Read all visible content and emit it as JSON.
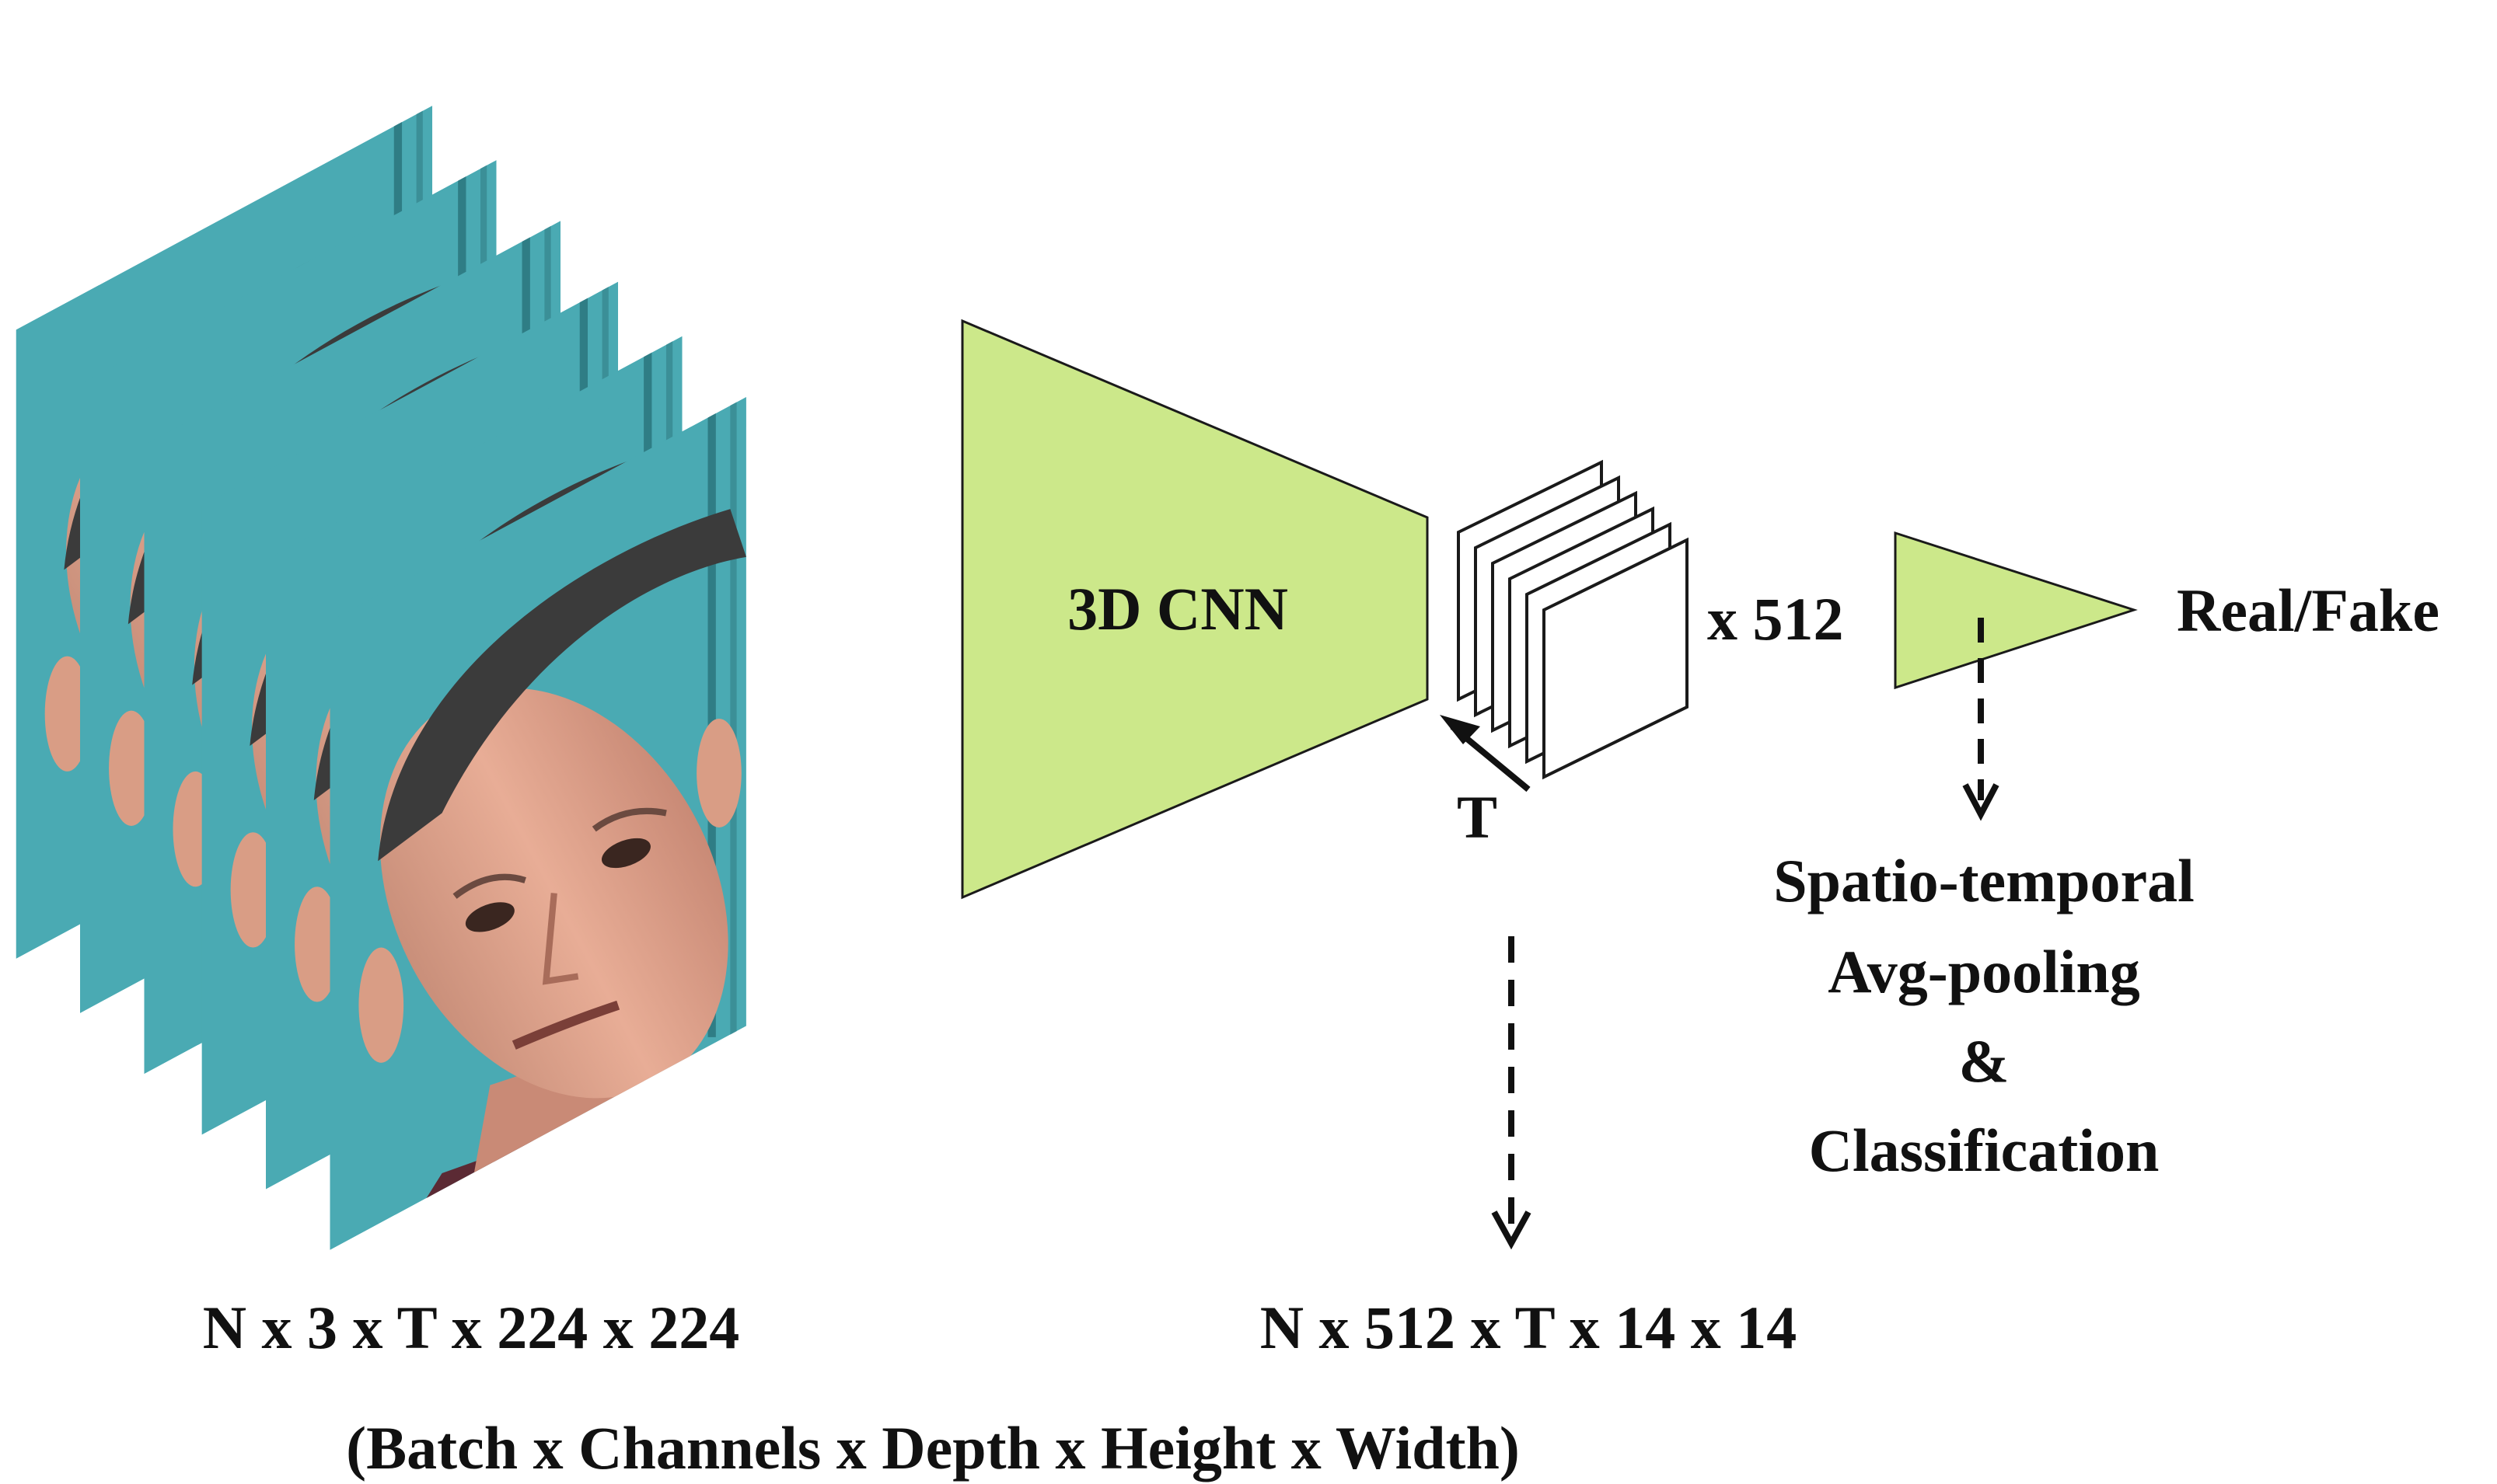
{
  "diagram": {
    "cnn_label": "3D CNN",
    "channels_label": "x 512",
    "time_label": "T",
    "output_label": "Real/Fake",
    "pooling_lines": [
      "Spatio-temporal",
      "Avg-pooling",
      "&",
      "Classification"
    ],
    "input_dims": "N x 3 x T x 224 x 224",
    "feature_dims": "N x 512 x T x 14 x 14",
    "dims_legend": "(Batch x Channels x Depth x Height x Width)",
    "colors": {
      "block_fill": "#cce88a",
      "frame_background": "#4aaab3",
      "skin": "#d99d85",
      "hair": "#3b3b3b",
      "shirt": "#5b2a34",
      "stroke": "#1a1a1a"
    }
  }
}
